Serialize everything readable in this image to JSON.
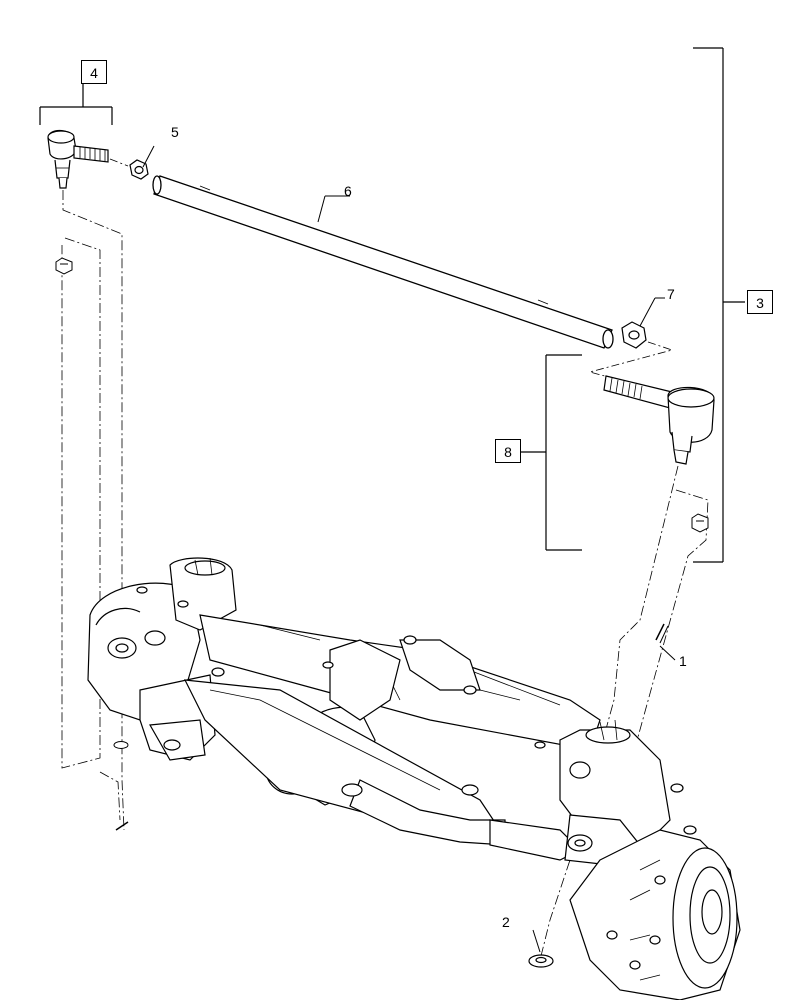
{
  "callouts": [
    {
      "id": "1",
      "text": "1",
      "boxed": false
    },
    {
      "id": "2",
      "text": "2",
      "boxed": false
    },
    {
      "id": "3",
      "text": "3",
      "boxed": true
    },
    {
      "id": "4",
      "text": "4",
      "boxed": true
    },
    {
      "id": "5",
      "text": "5",
      "boxed": false
    },
    {
      "id": "6",
      "text": "6",
      "boxed": false
    },
    {
      "id": "7",
      "text": "7",
      "boxed": false
    },
    {
      "id": "8",
      "text": "8",
      "boxed": true
    }
  ],
  "colors": {
    "line": "#000000",
    "fill": "#ffffff",
    "shade": "#e8e8e8"
  }
}
